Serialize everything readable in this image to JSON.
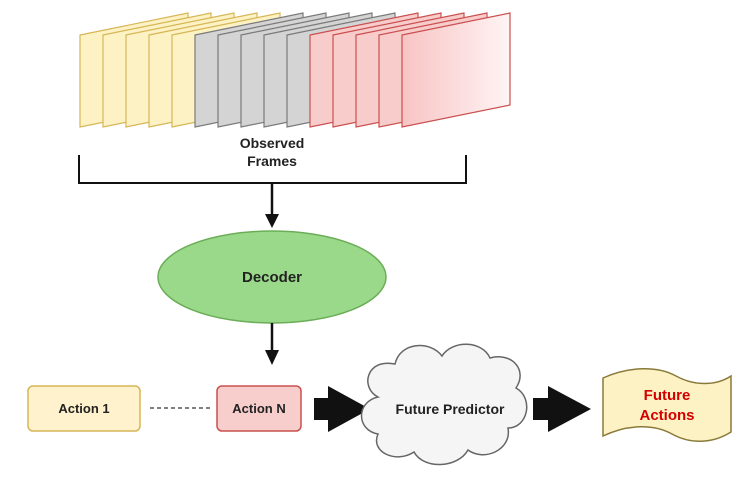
{
  "frames": {
    "label_line1": "Observed",
    "label_line2": "Frames",
    "groups": [
      {
        "color": "yellow",
        "fill": "#fdf2c4",
        "stroke": "#d6b656",
        "count": 5
      },
      {
        "color": "gray",
        "fill": "#d4d4d4",
        "stroke": "#7a7a7a",
        "count": 5
      },
      {
        "color": "red",
        "fill": "#f9cccc",
        "stroke": "#c9504f",
        "count": 5
      }
    ]
  },
  "decoder": {
    "label": "Decoder",
    "fill": "#9bd98a",
    "stroke": "#6bae57"
  },
  "action_first": {
    "label": "Action 1",
    "fill": "#fff2cc",
    "stroke": "#d6b656"
  },
  "action_last": {
    "label": "Action N",
    "fill": "#f8cecc",
    "stroke": "#c9504f"
  },
  "predictor": {
    "label": "Future Predictor",
    "fill": "#f5f5f5",
    "stroke": "#666666"
  },
  "output": {
    "label_line1": "Future",
    "label_line2": "Actions",
    "fill": "#fdf2c4",
    "stroke": "#8a7a3a",
    "text_color": "#d40000"
  }
}
